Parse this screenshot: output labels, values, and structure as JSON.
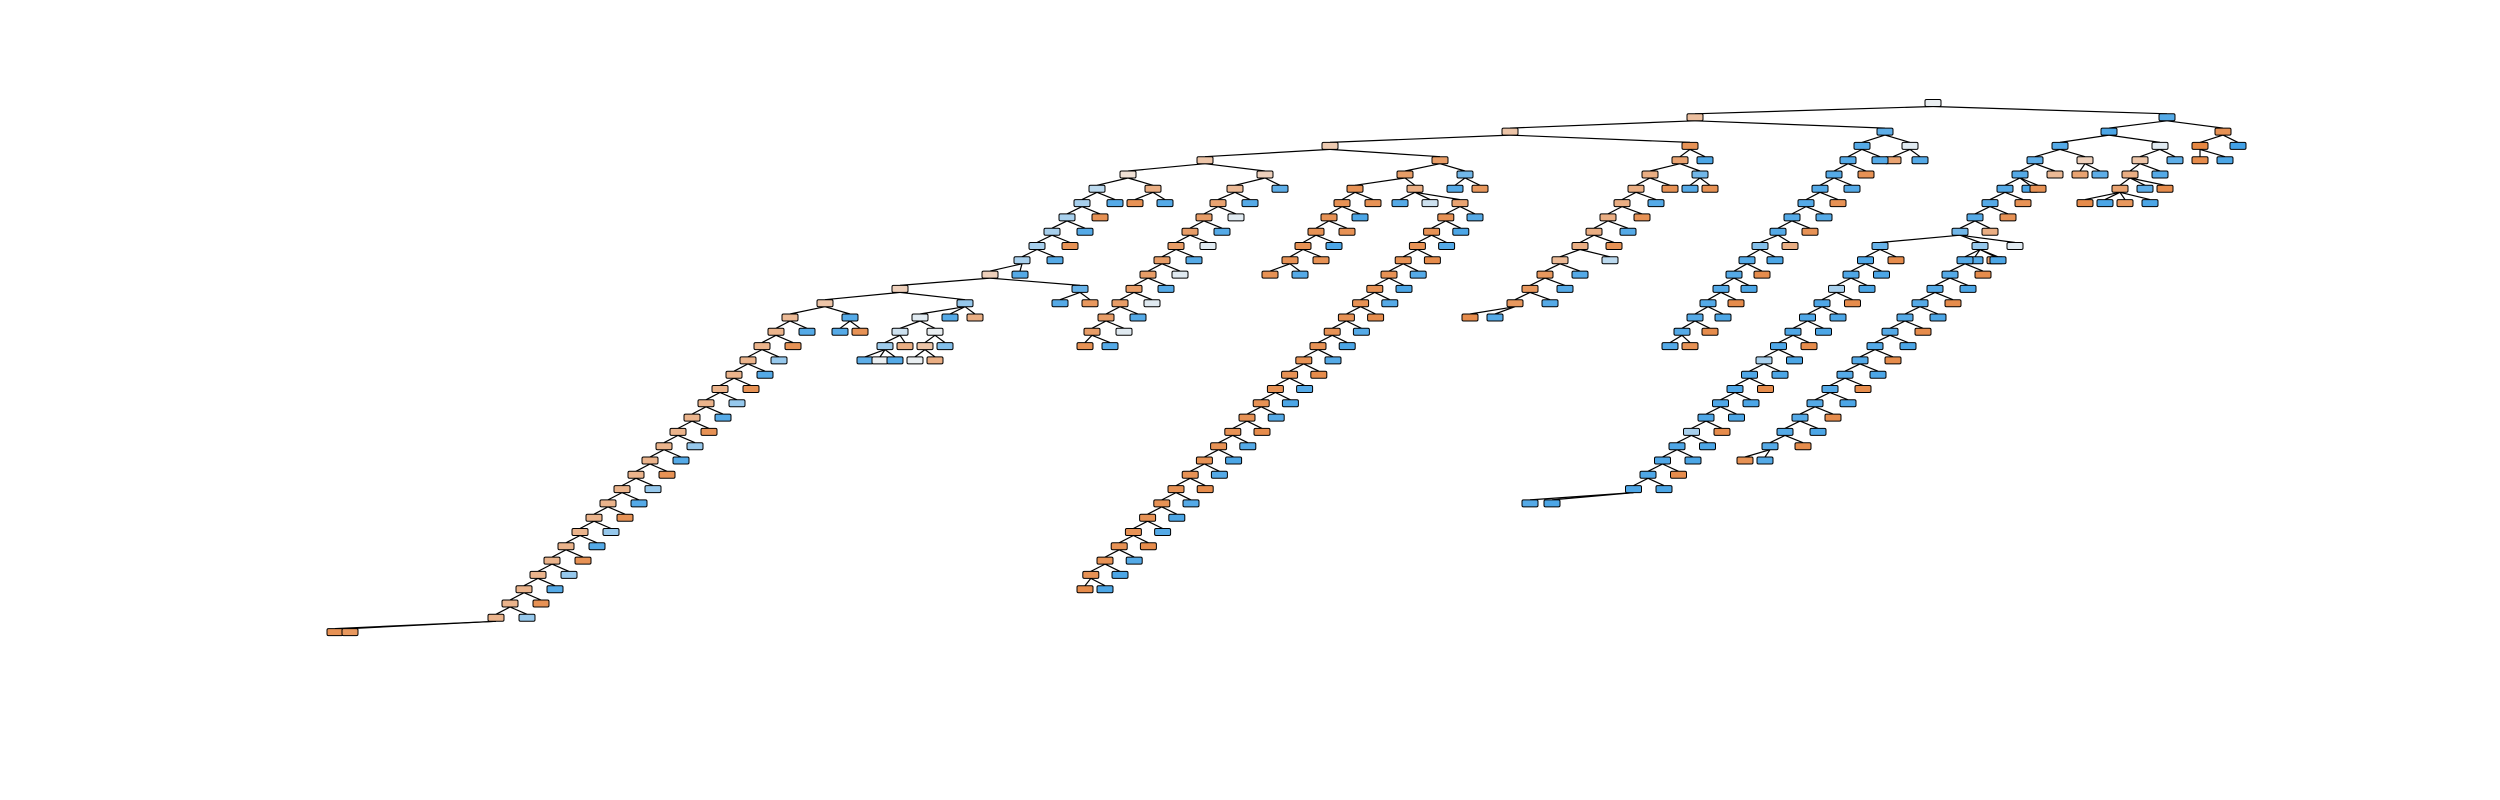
{
  "diagram": {
    "type": "decision-tree",
    "node_labels_visible": false,
    "node_count": 436,
    "max_depth": 40,
    "palette": {
      "class_a": "#e58139",
      "class_b": "#399de5",
      "impure": "#f2f2f2",
      "edge": "#000000",
      "border": "#000000",
      "background": "#ffffff"
    }
  }
}
